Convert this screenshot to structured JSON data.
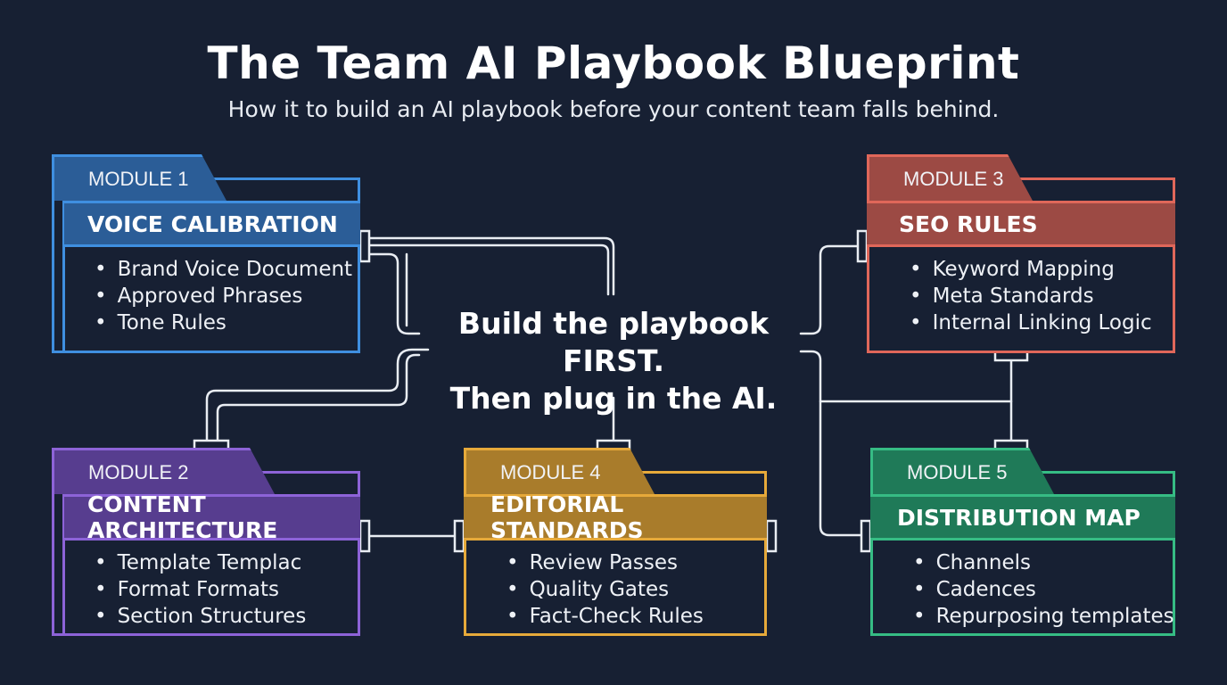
{
  "title": "The Team AI Playbook Blueprint",
  "subtitle": "How it to build an AI playbook before your content team falls behind.",
  "center_text": {
    "line1": "Build the playbook FIRST.",
    "line2": "Then plug in the AI."
  },
  "modules": [
    {
      "tab": "MODULE 1",
      "header": "VOICE CALIBRATION",
      "color": "#3f8fe0",
      "fill": "#2b5d97",
      "items": [
        "Brand Voice Document",
        "Approved Phrases",
        "Tone Rules"
      ]
    },
    {
      "tab": "MODULE 2",
      "header": "CONTENT ARCHITECTURE",
      "color": "#8d63d8",
      "fill": "#573d8f",
      "items": [
        "Template Templac",
        "Format Formats",
        "Section Structures"
      ]
    },
    {
      "tab": "MODULE 3",
      "header": "SEO RULES",
      "color": "#e0675a",
      "fill": "#9c4a44",
      "items": [
        "Keyword Mapping",
        "Meta Standards",
        "Internal Linking Logic"
      ]
    },
    {
      "tab": "MODULE 4",
      "header": "EDITORIAL STANDARDS",
      "color": "#e6a93a",
      "fill": "#a97c2b",
      "items": [
        "Review Passes",
        "Quality Gates",
        "Fact-Check Rules"
      ]
    },
    {
      "tab": "MODULE 5",
      "header": "DISTRIBUTION MAP",
      "color": "#36bc84",
      "fill": "#1f7a58",
      "items": [
        "Channels",
        "Cadences",
        "Repurposing templates"
      ]
    }
  ],
  "line_color": "#e9edf3"
}
